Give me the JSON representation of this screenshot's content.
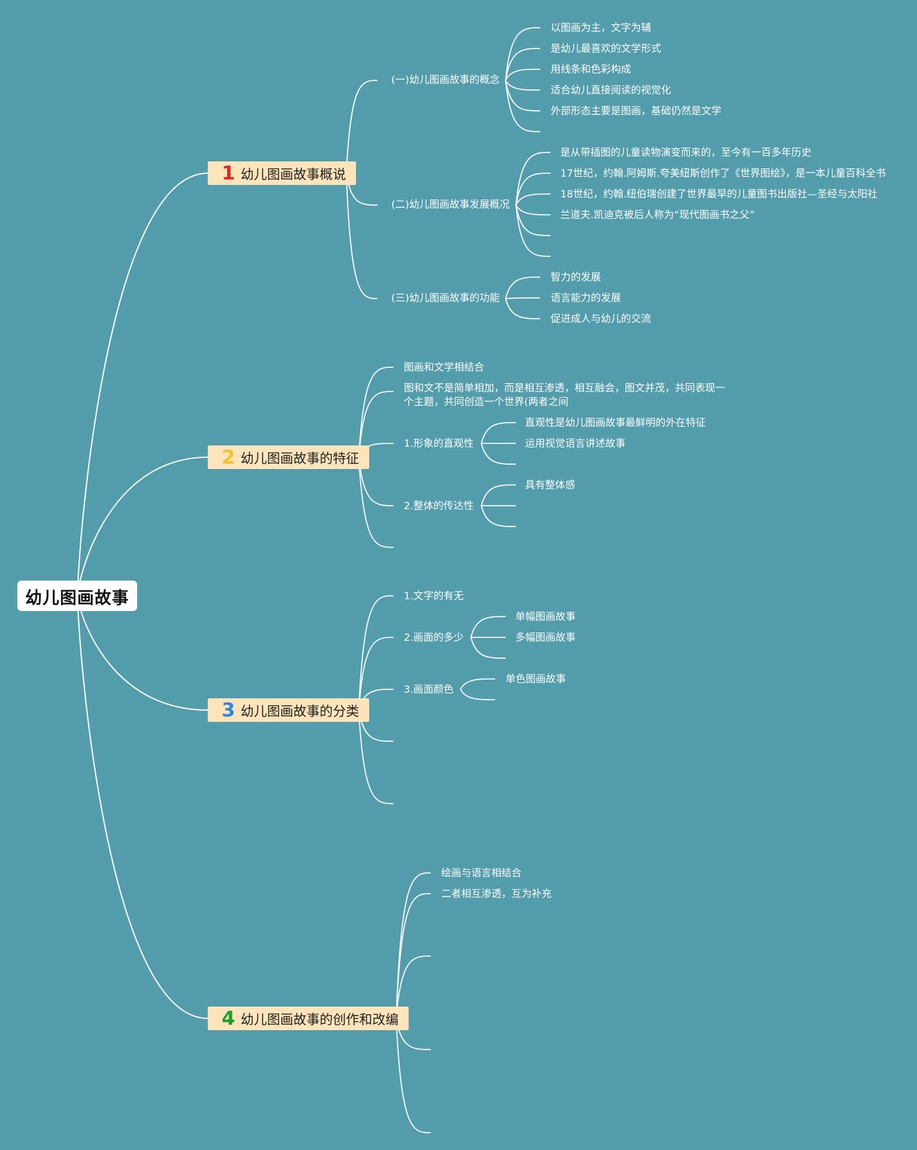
{
  "root": {
    "label": "幼儿图画故事"
  },
  "branches": [
    {
      "number": "1",
      "number_color": "#e02a2a",
      "label": "幼儿图画故事概说",
      "children": [
        {
          "label": "(一)幼儿图画故事的概念",
          "children": [
            "以图画为主，文字为辅",
            "是幼儿最喜欢的文学形式",
            "用线条和色彩构成",
            "适合幼儿直接阅读的视觉化",
            "外部形态主要是图画，基础仍然是文学"
          ]
        },
        {
          "label": "(二)幼儿图画故事发展概况",
          "children": [
            "是从带插图的儿童读物演变而来的，至今有一百多年历史",
            "17世纪，约翰.阿姆斯.夸美纽斯创作了《世界图绘》，是一本儿童百科全书",
            "18世纪，约翰.纽伯瑞创建了世界最早的儿童图书出版社—圣经与太阳社",
            "兰道夫.凯迪克被后人称为“现代图画书之父”"
          ]
        },
        {
          "label": "(三)幼儿图画故事的功能",
          "children": [
            "智力的发展",
            "语言能力的发展",
            "促进成人与幼儿的交流"
          ]
        }
      ]
    },
    {
      "number": "2",
      "number_color": "#f4c430",
      "label": "幼儿图画故事的特征",
      "children": [
        {
          "label": "图画和文学相结合"
        },
        {
          "label": "图和文不是简单相加，而是相互渗透，相互融会，图文并茂，共同表现一个主题，共同创造一个世界(两者之间"
        },
        {
          "label": "1.形象的直观性",
          "children": [
            "直观性是幼儿图画故事最鲜明的外在特征",
            "运用视觉语言讲述故事"
          ]
        },
        {
          "label": "2.整体的传达性",
          "children": [
            "具有整体感"
          ]
        }
      ]
    },
    {
      "number": "3",
      "number_color": "#2e86de",
      "label": "幼儿图画故事的分类",
      "children": [
        {
          "label": "1.文字的有无"
        },
        {
          "label": "2.画面的多少",
          "children": [
            "单幅图画故事",
            "多幅图画故事"
          ]
        },
        {
          "label": "3.画面颜色",
          "children": [
            "单色图画故事"
          ]
        }
      ]
    },
    {
      "number": "4",
      "number_color": "#1e9e2e",
      "label": "幼儿图画故事的创作和改编",
      "children": [
        {
          "label": "绘画与语言相结合"
        },
        {
          "label": "二者相互渗透，互为补充"
        }
      ]
    }
  ]
}
